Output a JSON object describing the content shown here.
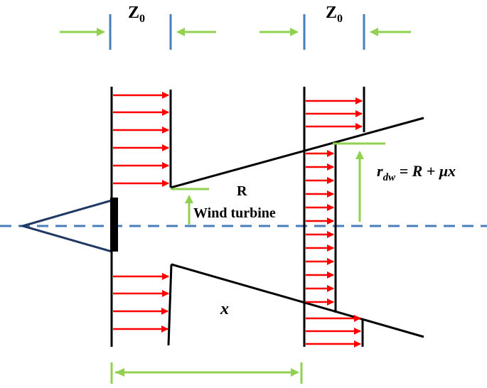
{
  "labels": {
    "z0_left": "Z",
    "z0_left_sub": "0",
    "z0_right": "Z",
    "z0_right_sub": "0",
    "radius": "R",
    "wind_turbine": "Wind turbine",
    "x": "x",
    "wake_formula_r": "r",
    "wake_formula_sub": "dw",
    "wake_formula_rest": " = R + μx"
  },
  "colors": {
    "arrow_red": "#ff0000",
    "dimension_green": "#92d050",
    "blue_marker": "#4a7ebb",
    "axis_dash": "#4a7ebb",
    "turbine_outline": "#1f3864",
    "line_black": "#000000"
  },
  "icons": {
    "turbine_nacelle": "triangle-icon",
    "turbine_rotor": "rotor-bar-icon"
  }
}
